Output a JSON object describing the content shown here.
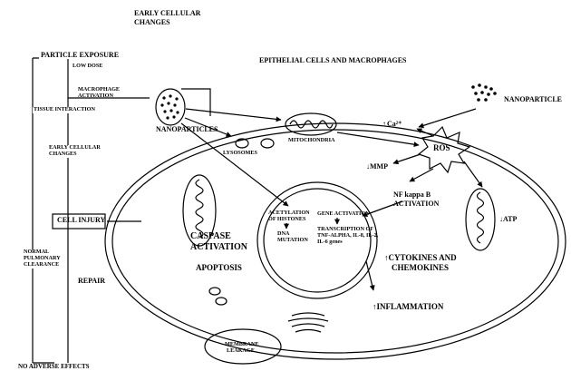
{
  "top_title_line1": "EARLY CELLULAR",
  "top_title_line2": "CHANGES",
  "left_flow": {
    "particle_exposure": "PARTICLE EXPOSURE",
    "low_dose": "LOW DOSE",
    "macrophage_activation_1": "MACROPHAGE",
    "macrophage_activation_2": "ACTIVATION",
    "tissue_interaction": "TISSUE INTERACTION",
    "nanoparticles": "NANOPARTICLES",
    "early_changes_1": "EARLY CELLULAR",
    "early_changes_2": "CHANGES",
    "cell_injury": "CELL INJURY",
    "normal_1": "NORMAL",
    "normal_2": "PULMONARY",
    "normal_3": "CLEARANCE",
    "repair": "REPAIR",
    "no_adverse": "NO ADVERSE EFFECTS"
  },
  "cell": {
    "title": "EPITHELIAL CELLS AND MACROPHAGES",
    "nanoparticle": "NANOPARTICLE",
    "calcium": "Ca²⁺",
    "mitochondria": "MITOCHONDRIA",
    "lysosomes": "LYSOSOMES",
    "mmp": "MMP",
    "ros": "ROS",
    "nfkb_1": "NF kappa B",
    "nfkb_2": "ACTIVATION",
    "atp": "ATP",
    "acetylation_1": "ACETYLATION",
    "acetylation_2": "OF HISTONES",
    "dna_1": "DNA",
    "dna_2": "MUTATION",
    "gene_activation": "GENE ACTIVATION",
    "transcription_1": "TRANSCRIPTION OF",
    "transcription_2": "TNF-ALPHA, IL-8, IL-2,",
    "transcription_3": "IL-6 genes",
    "caspase_1": "CASPASE",
    "caspase_2": "ACTIVATION",
    "apoptosis": "APOPTOSIS",
    "cytokines_1": "CYTOKINES AND",
    "cytokines_2": "CHEMOKINES",
    "inflammation": "INFLAMMATION",
    "membrane_1": "MEMBRANE",
    "membrane_2": "LEAKAGE"
  }
}
